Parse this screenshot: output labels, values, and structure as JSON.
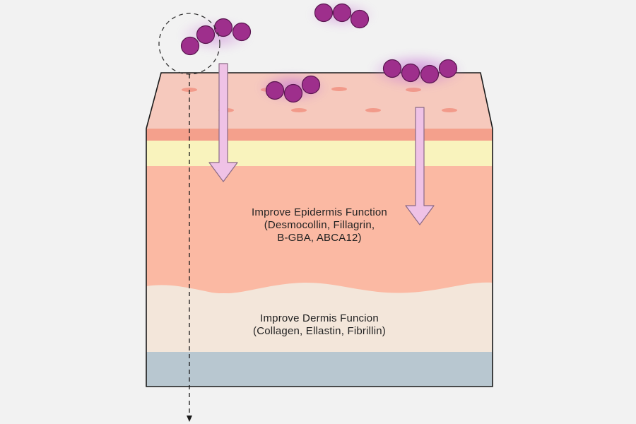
{
  "labels": {
    "epidermis": {
      "line1": "Improve Epidermis Function",
      "line2": "(Desmocollin, Fillagrin,",
      "line3": "B-GBA, ABCA12)"
    },
    "dermis": {
      "line1": "Improve Dermis Funcion",
      "line2": "(Collagen, Ellastin, Fibrillin)"
    }
  },
  "colors": {
    "background": "#f2f2f2",
    "stratum_corneum_top": "#f6c9bd",
    "stratum_band": "#f4a08c",
    "yellow_band": "#f9f3bd",
    "epidermis": "#fbb9a3",
    "dermis": "#f3e6da",
    "subcutis": "#b8c7d0",
    "molecule_fill": "#9e2f8c",
    "molecule_glow": "#c77ad4",
    "arrow_fill": "#efc2e6",
    "arrow_stroke": "#8a6a86"
  },
  "icons": {
    "molecule": "molecule-chain-icon",
    "penetration_arrow": "arrow-down-icon",
    "focus_circle": "dashed-circle-icon",
    "depth_line": "dashed-arrow-icon"
  }
}
